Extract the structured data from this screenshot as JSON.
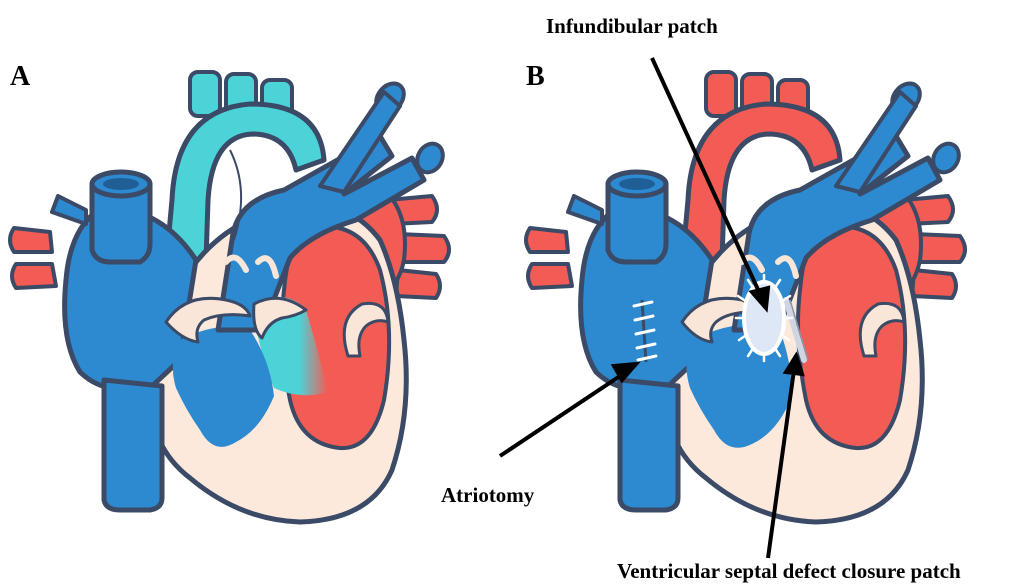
{
  "panels": [
    {
      "id": "A",
      "label": "A"
    },
    {
      "id": "B",
      "label": "B"
    }
  ],
  "annotations": {
    "infundibular_patch": "Infundibular patch",
    "atriotomy": "Atriotomy",
    "vsd_patch": "Ventricular septal defect closure patch"
  },
  "colors": {
    "outline": "#3b4a66",
    "deoxygenated_blue": "#2d8ad0",
    "oxygenated_red": "#f25c54",
    "mixed_cyan": "#4bd3d8",
    "myocardium_cream": "#fde9dc",
    "valve_cream": "#f9e6d8",
    "patch_fill": "#dde7f6",
    "suture": "#ffffff",
    "arrow": "#000000"
  }
}
